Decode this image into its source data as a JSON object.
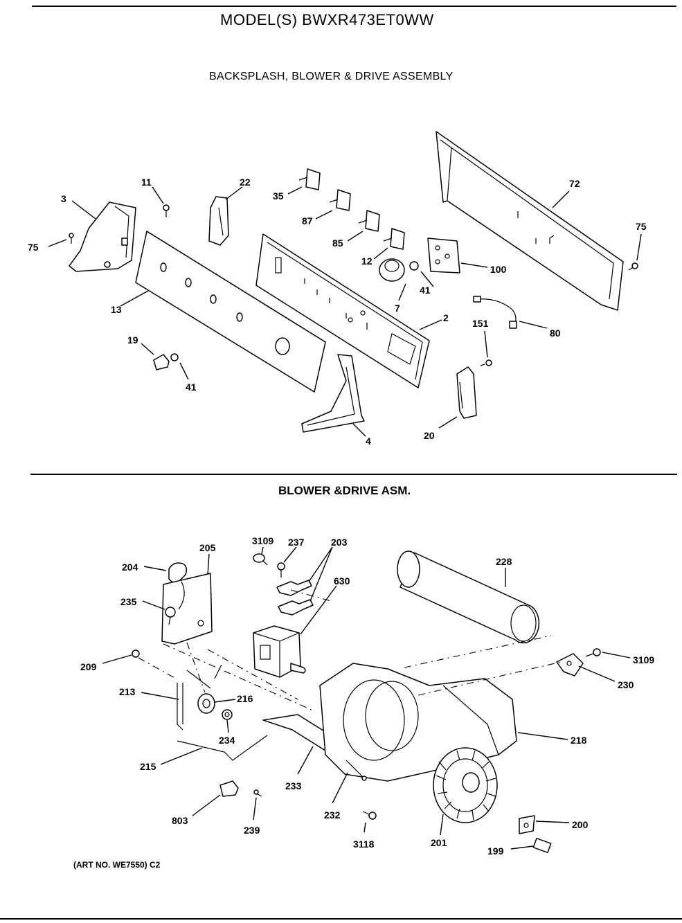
{
  "header": {
    "model_title": "MODEL(S) BWXR473ET0WW",
    "section_title": "BACKSPLASH, BLOWER & DRIVE ASSEMBLY"
  },
  "lower_section": {
    "title": "BLOWER &DRIVE ASM."
  },
  "footer": {
    "art_number": "(ART NO. WE7550) C2"
  },
  "callouts_top": [
    "3",
    "75",
    "11",
    "22",
    "35",
    "87",
    "85",
    "12",
    "13",
    "19",
    "41",
    "7",
    "41",
    "100",
    "2",
    "72",
    "75",
    "151",
    "80",
    "20",
    "4"
  ],
  "callouts_bottom": [
    "204",
    "205",
    "3109",
    "237",
    "203",
    "630",
    "228",
    "235",
    "209",
    "213",
    "216",
    "234",
    "215",
    "233",
    "232",
    "3118",
    "201",
    "218",
    "230",
    "3109",
    "803",
    "239",
    "200",
    "199"
  ]
}
